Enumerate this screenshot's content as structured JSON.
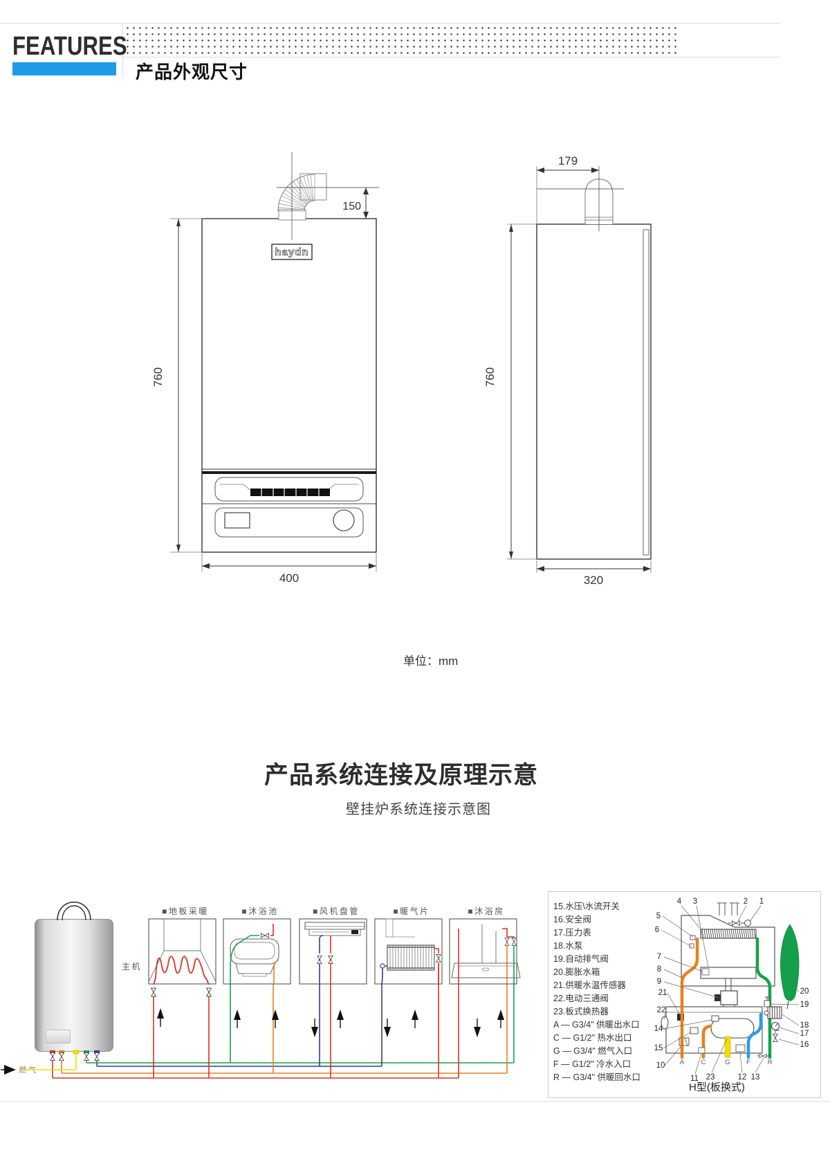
{
  "header": {
    "features_label": "FEATURES",
    "section_title": "产品外观尺寸",
    "accent_color": "#1F9BE8"
  },
  "dims": {
    "unit_note": "单位：mm",
    "front": {
      "brand": "haydn",
      "height": "760",
      "width": "400",
      "flue_height": "150"
    },
    "side": {
      "height": "760",
      "depth": "320",
      "flue_offset": "179"
    }
  },
  "system_section": {
    "title": "产品系统连接及原理示意",
    "subtitle": "壁挂炉系统连接示意图"
  },
  "diagram": {
    "main_unit_label": "主机",
    "gas_label": "燃气",
    "zones": [
      {
        "label": "■地板采暖"
      },
      {
        "label": "■沐浴池"
      },
      {
        "label": "■风机盘管"
      },
      {
        "label": "■暖气片"
      },
      {
        "label": "■沐浴房"
      }
    ],
    "panel": {
      "legend": [
        "15.水压\\水流开关",
        "16.安全阀",
        "17.压力表",
        "18.水泵",
        "19.自动排气阀",
        "20.膨胀水箱",
        "21.供暖水温传感器",
        "22.电动三通阀",
        "23.板式换热器",
        "A — G3/4\" 供暖出水口",
        "C — G1/2\" 热水出口",
        "G — G3/4\" 燃气入口",
        "F — G1/2\" 冷水入口",
        "R — G3/4\" 供暖回水口"
      ],
      "type_label": "H型(板换式)",
      "ports": {
        "a": "A",
        "c": "C",
        "g": "G",
        "f": "F",
        "r": "R"
      },
      "callouts": {
        "n1": "1",
        "n2": "2",
        "n3": "3",
        "n4": "4",
        "n5": "5",
        "n6": "6",
        "n7": "7",
        "n8": "8",
        "n9": "9",
        "n10": "10",
        "n11": "11",
        "n12": "12",
        "n13": "13",
        "n14": "14",
        "n15": "15",
        "n16": "16",
        "n17": "17",
        "n18": "18",
        "n19": "19",
        "n20": "20",
        "n21": "21",
        "n22": "22",
        "n23": "23"
      }
    },
    "pipe_colors": {
      "heating_red": "#D93025",
      "dhw_orange": "#E8821E",
      "gas_yellow": "#F2DC00",
      "return_green": "#18A14C",
      "navy_blue": "#333B8F",
      "cold_blue": "#2E9BE6"
    }
  }
}
